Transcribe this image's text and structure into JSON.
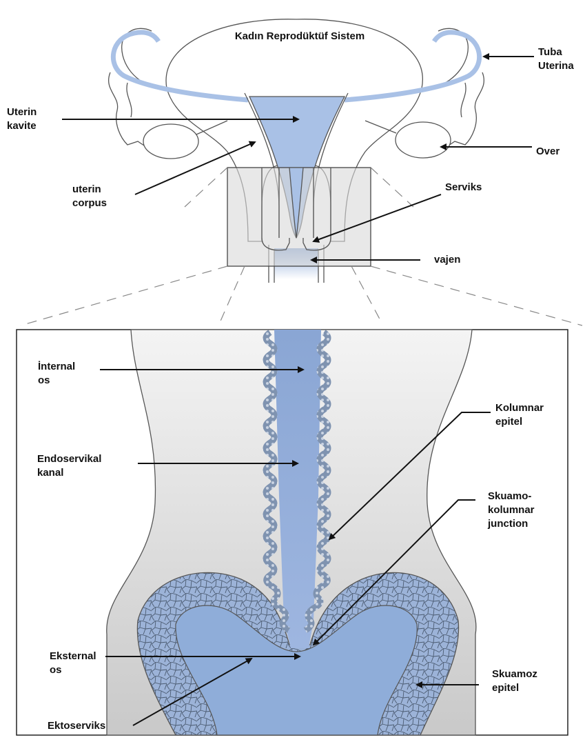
{
  "title": "Kadın Reprodüktüf Sistem",
  "labels": {
    "tuba_uterina": "Tuba\nUterina",
    "uterin_kavite": "Uterin\nkavite",
    "over": "Over",
    "uterin_corpus": "uterin\ncorpus",
    "serviks": "Serviks",
    "vajen": "vajen",
    "internal_os": "İnternal\nos",
    "kolumnar_epitel": "Kolumnar\nepitel",
    "endoservikal_kanal": "Endoservikal\nkanal",
    "skuamokolumnar_junction": "Skuamo-\nkolumnar\njunction",
    "eksternal_os": "Eksternal\nos",
    "skuamoz_epitel": "Skuamoz\nepitel",
    "ektoserviks": "Ektoserviks"
  },
  "colors": {
    "tissue_blue": "#8fadd9",
    "canal_blue": "#a9c1e6",
    "stroma_gray": "#dcdcdc",
    "outline": "#555555",
    "cell_stroke": "#4a5a70"
  }
}
